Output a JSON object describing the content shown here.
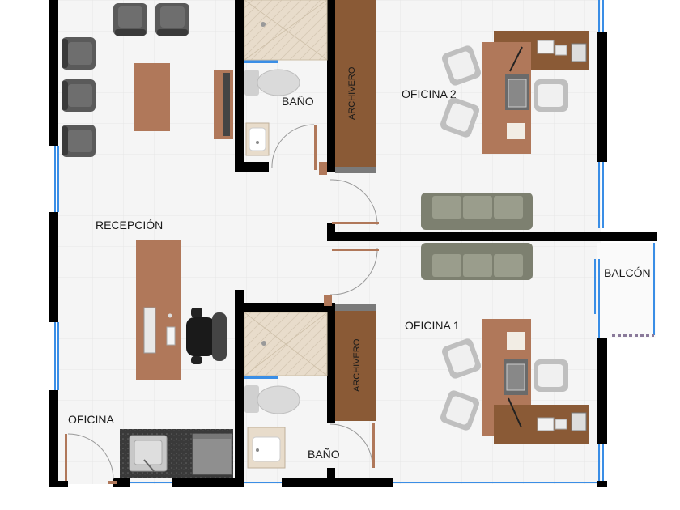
{
  "rooms": {
    "bano_top": "BAÑO",
    "archivero_top": "ARCHIVERO",
    "oficina_2": "OFICINA 2",
    "recepcion": "RECEPCIÓN",
    "balcon": "BALCÓN",
    "oficina_1": "OFICINA 1",
    "archivero_bottom": "ARCHIVERO",
    "oficina": "OFICINA",
    "bano_bottom": "BAÑO"
  },
  "colors": {
    "wall": "#000000",
    "floor": "#f4f4f4",
    "window": "#3a8ee6",
    "wood": "#b0785a",
    "cabinet": "#8a5a36",
    "chair": "#4a4a4a",
    "sofa": "#7d8070"
  }
}
